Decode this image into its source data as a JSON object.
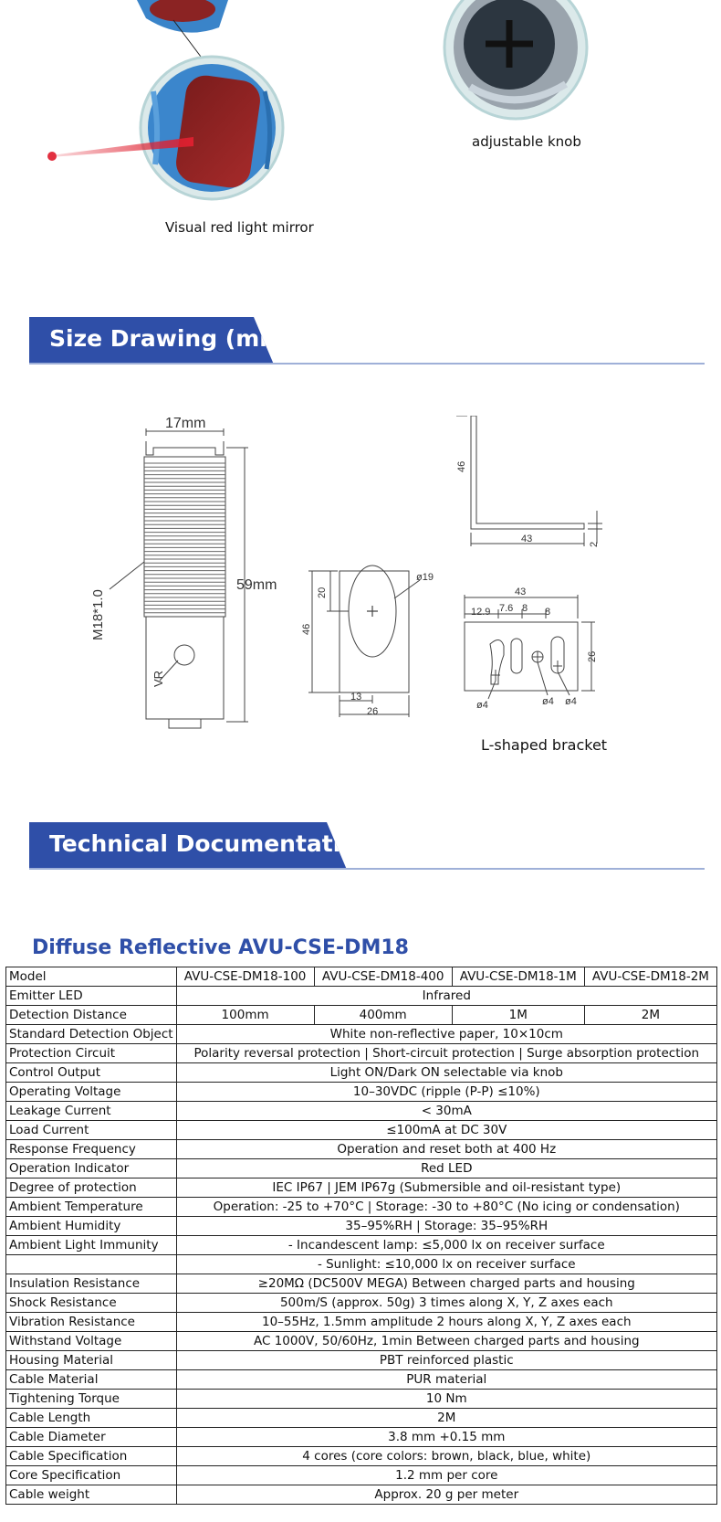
{
  "top": {
    "knob_label": "adjustable knob",
    "mirror_label": "Visual red light mirror"
  },
  "sections": {
    "size_drawing": "Size Drawing (mm)",
    "technical": "Technical Documentation"
  },
  "drawing": {
    "sensor_width": "17mm",
    "sensor_length": "59mm",
    "thread": "M18*1.0",
    "vr": "VR",
    "plate": {
      "hole": "ø19",
      "height": "46",
      "hole_offset": "20",
      "width": "26",
      "inner": "13"
    },
    "side": {
      "height": "46",
      "width": "43",
      "thickness": "2"
    },
    "front": {
      "width": "43",
      "d1": "12.9",
      "d2": "7.6",
      "d3": "8",
      "d4": "8",
      "height": "26",
      "h1": "ø4",
      "h2": "ø4",
      "h3": "ø4"
    },
    "bracket_label": "L-shaped bracket"
  },
  "doc": {
    "subtitle": "Diffuse Reflective AVU-CSE-DM18",
    "models": [
      "AVU-CSE-DM18-100",
      "AVU-CSE-DM18-400",
      "AVU-CSE-DM18-1M",
      "AVU-CSE-DM18-2M"
    ],
    "distances": [
      "100mm",
      "400mm",
      "1M",
      "2M"
    ],
    "rows": [
      {
        "k": "Emitter LED",
        "v": "Infrared"
      },
      {
        "k": "Standard Detection Object",
        "v": "White non-reflective paper, 10×10cm"
      },
      {
        "k": "Protection Circuit",
        "v": "Polarity reversal protection | Short-circuit protection | Surge absorption protection"
      },
      {
        "k": "Control Output",
        "v": "Light ON/Dark ON selectable via knob"
      },
      {
        "k": "Operating Voltage",
        "v": "10–30VDC (ripple (P-P) ≤10%)"
      },
      {
        "k": "Leakage Current",
        "v": "< 30mA"
      },
      {
        "k": "Load Current",
        "v": "≤100mA at DC 30V"
      },
      {
        "k": "Response Frequency",
        "v": "Operation and reset both at 400 Hz"
      },
      {
        "k": "Operation Indicator",
        "v": "Red LED"
      },
      {
        "k": "Degree of protection",
        "v": "IEC IP67 | JEM IP67g (Submersible and oil-resistant type)"
      },
      {
        "k": "Ambient Temperature",
        "v": "Operation: -25 to +70°C | Storage: -30 to +80°C (No icing or condensation)"
      },
      {
        "k": "Ambient Humidity",
        "v": "35–95%RH | Storage: 35–95%RH"
      },
      {
        "k": "Ambient Light Immunity",
        "v": "- Incandescent lamp: ≤5,000 lx on receiver surface"
      },
      {
        "k": "",
        "v": "- Sunlight: ≤10,000 lx on receiver surface"
      },
      {
        "k": "Insulation Resistance",
        "v": "≥20MΩ (DC500V MEGA) Between charged parts and housing"
      },
      {
        "k": "Shock Resistance",
        "v": "500m/S (approx. 50g) 3 times along X, Y, Z axes each"
      },
      {
        "k": "Vibration Resistance",
        "v": "10–55Hz, 1.5mm amplitude 2 hours along X, Y, Z axes each"
      },
      {
        "k": "Withstand Voltage",
        "v": "AC 1000V, 50/60Hz, 1min Between charged parts and housing"
      },
      {
        "k": "Housing Material",
        "v": "PBT reinforced plastic"
      },
      {
        "k": "Cable Material",
        "v": "PUR material"
      },
      {
        "k": "Tightening Torque",
        "v": "10 Nm"
      },
      {
        "k": "Cable Length",
        "v": "2M"
      },
      {
        "k": "Cable Diameter",
        "v": "3.8 mm +0.15 mm"
      },
      {
        "k": "Cable Specification",
        "v": "4 cores (core colors: brown, black, blue, white)"
      },
      {
        "k": "Core Specification",
        "v": "1.2 mm per core"
      },
      {
        "k": "Cable weight",
        "v": "Approx. 20 g per meter"
      }
    ],
    "labels": {
      "model": "Model",
      "distance": "Detection Distance"
    }
  }
}
